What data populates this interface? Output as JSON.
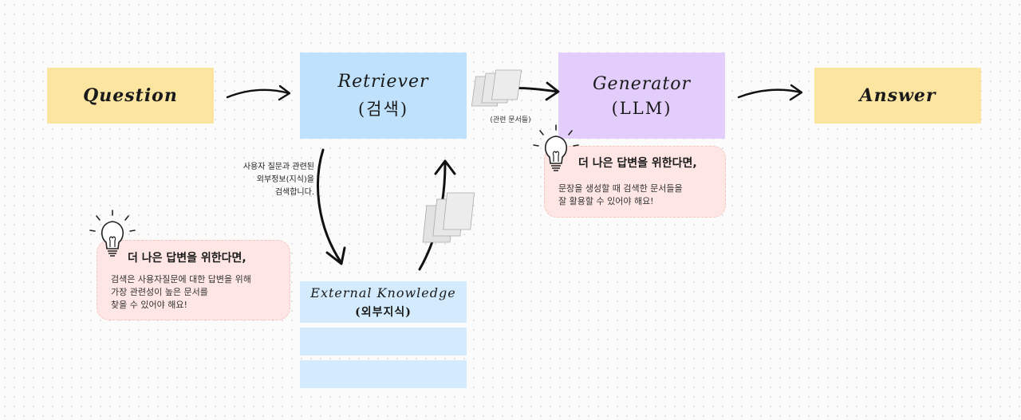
{
  "nodes": {
    "question": "Question",
    "retriever": {
      "title": "Retriever",
      "subtitle": "(검색)"
    },
    "generator": {
      "title": "Generator",
      "subtitle": "(LLM)"
    },
    "answer": "Answer",
    "external_knowledge": {
      "title": "External Knowledge",
      "subtitle": "(외부지식)"
    }
  },
  "labels": {
    "search_desc": "사용자 질문과 관련된\n외부정보(지식)을\n검색합니다.",
    "related_docs": "(관련 문서들)"
  },
  "notes": {
    "retriever_tip": {
      "title": "더 나은 답변을 위한다면,",
      "body": "검색은 사용자질문에 대한 답변을 위해\n가장 관련성이 높은 문서를\n찾을 수 있어야 해요!"
    },
    "generator_tip": {
      "title": "더 나은 답변을 위한다면,",
      "body": "문장을 생성할 때 검색한 문서들을\n잘 활용할 수 있어야 해요!"
    }
  },
  "icons": {
    "tip": "lightbulb-icon",
    "documents": "document-stack-icon",
    "arrows": "arrow-icon"
  },
  "colors": {
    "question_answer": "#fbe5a0",
    "retriever": "#bfe1fb",
    "generator": "#e3cefb",
    "external_knowledge": "#d3ebfd",
    "note": "#fde6e4"
  }
}
